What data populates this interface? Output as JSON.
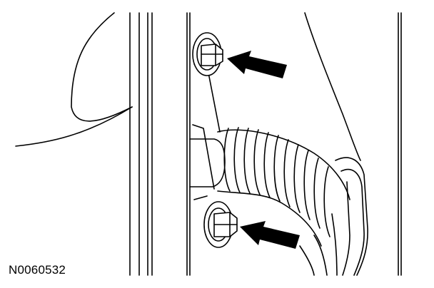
{
  "figure": {
    "id_label": "N0060532"
  },
  "colors": {
    "line": "#000000",
    "background": "#ffffff"
  },
  "callouts": [
    {
      "points_to": "upper-bolt"
    },
    {
      "points_to": "lower-bolt"
    }
  ]
}
